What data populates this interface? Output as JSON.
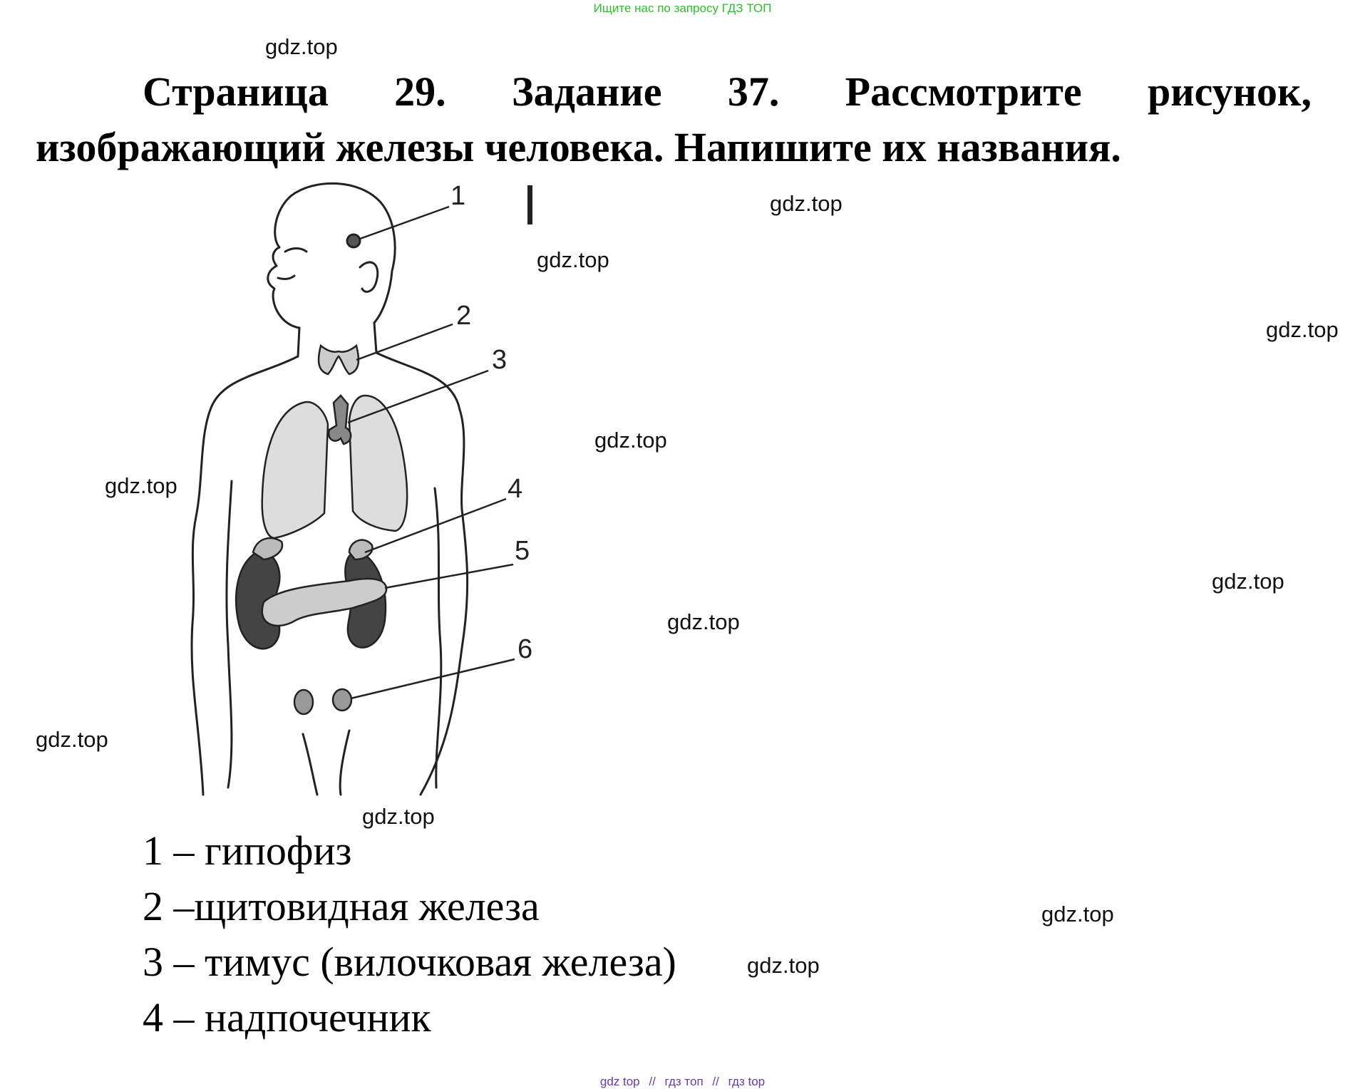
{
  "banner": "Ищите нас по запросу ГДЗ ТОП",
  "watermark": "gdz.top",
  "title": {
    "line1_words": [
      "Страница",
      "29.",
      "Задание",
      "37.",
      "Рассмотрите",
      "рисунок,"
    ],
    "line2": "изображающий железы человека. Напишите их названия."
  },
  "figure": {
    "labels": [
      "1",
      "2",
      "3",
      "4",
      "5",
      "6"
    ]
  },
  "answers": [
    "1 – гипофиз",
    "2 –щитовидная железа",
    "3 – тимус (вилочковая железа)",
    "4 – надпочечник"
  ],
  "footer_links": [
    "gdz top",
    "гдз топ",
    "гдз top"
  ],
  "footer_sep": "//",
  "colors": {
    "banner": "#2bbf2b",
    "footer_links": "#6a3aa8"
  }
}
